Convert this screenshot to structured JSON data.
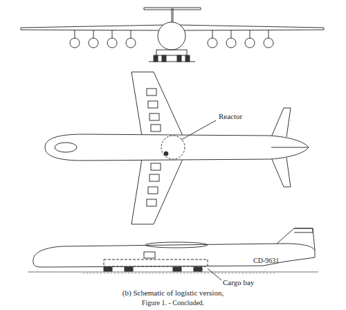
{
  "diagram": {
    "caption": "(b) Schematic of logistic version,",
    "labels": [
      "Reactor",
      "Cargo bay",
      "CD-9631",
      "Figure 1. - Concluded."
    ]
  }
}
